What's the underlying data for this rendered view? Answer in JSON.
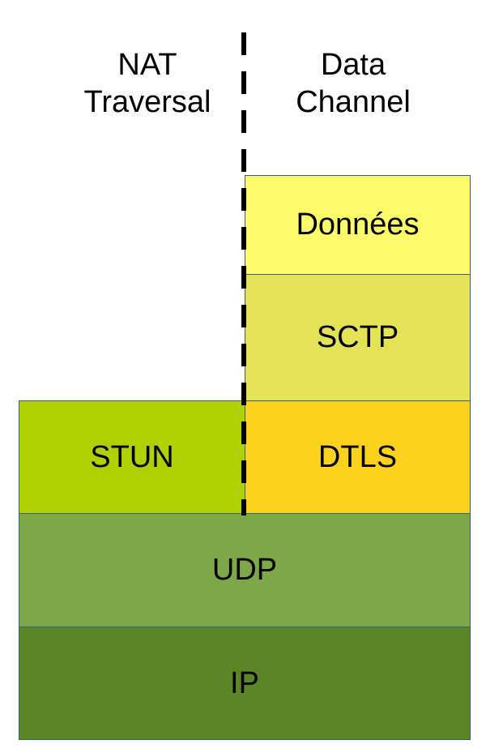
{
  "headings": {
    "left": {
      "line1": "NAT",
      "line2": "Traversal"
    },
    "right": {
      "line1": "Data",
      "line2": "Channel"
    }
  },
  "layers": {
    "donnees": {
      "label": "Données",
      "color": "#fcfc6a"
    },
    "sctp": {
      "label": "SCTP",
      "color": "#e4e255"
    },
    "stun": {
      "label": "STUN",
      "color": "#b0d004"
    },
    "dtls": {
      "label": "DTLS",
      "color": "#fcd21e"
    },
    "udp": {
      "label": "UDP",
      "color": "#7ea747"
    },
    "ip": {
      "label": "IP",
      "color": "#5c8527"
    }
  },
  "colors": {
    "border": "#3b5f8a",
    "divider": "#000000"
  }
}
